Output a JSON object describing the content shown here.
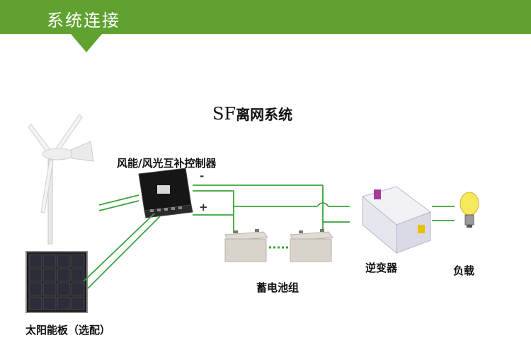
{
  "header": {
    "title": "系统连接"
  },
  "diagram": {
    "title_prefix": "SF",
    "title_main": "离网系统",
    "labels": {
      "controller": "风能/风光互补控制器",
      "battery": "蓄电池组",
      "inverter": "逆变器",
      "load": "负载",
      "solar": "太阳能板（选配）"
    },
    "signs": {
      "minus": "-",
      "plus": "+"
    },
    "colors": {
      "banner": "#5fa22f",
      "wire": "#3aa23a"
    }
  }
}
